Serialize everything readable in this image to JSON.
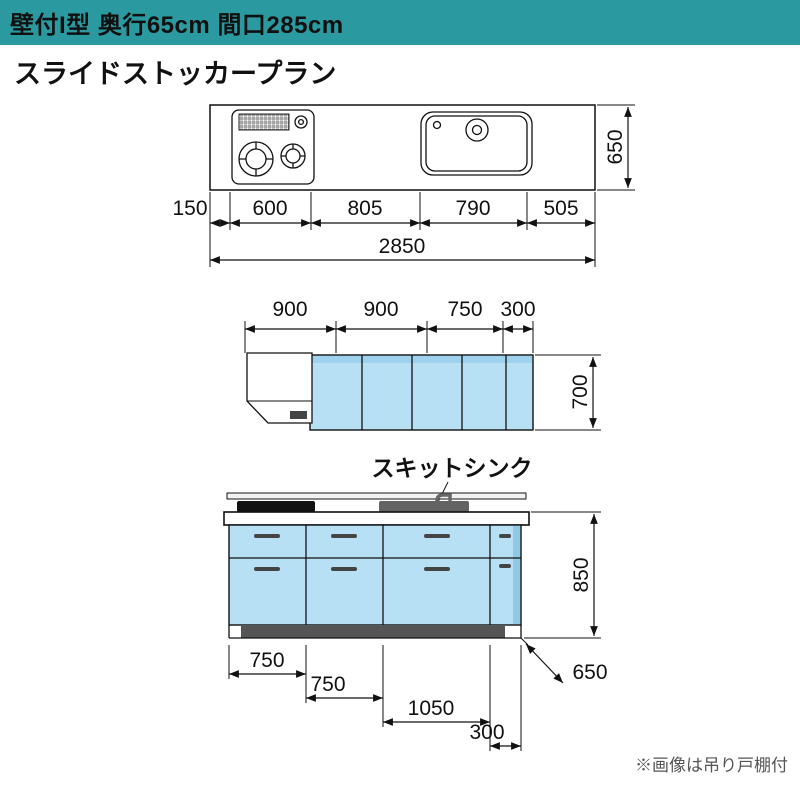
{
  "header": {
    "title": "壁付I型 奥行65cm 間口285cm"
  },
  "title": "スライドストッカープラン",
  "plan_view": {
    "depth_dim": "650",
    "segment_dims": [
      "150",
      "600",
      "805",
      "790",
      "505"
    ],
    "total_dim": "2850"
  },
  "wall_cabinet": {
    "segment_dims": [
      "900",
      "900",
      "750",
      "300"
    ],
    "height_dim": "700"
  },
  "base_cabinet": {
    "sink_label": "スキットシンク",
    "height_dim": "850",
    "segment_dims": [
      "750",
      "750",
      "1050",
      "300"
    ],
    "depth_dim": "650"
  },
  "footnote": "※画像は吊り戸棚付",
  "colors": {
    "header_bg": "#2b9aa0",
    "cabinet_blue": "#b8e0f5",
    "line": "#111111"
  }
}
